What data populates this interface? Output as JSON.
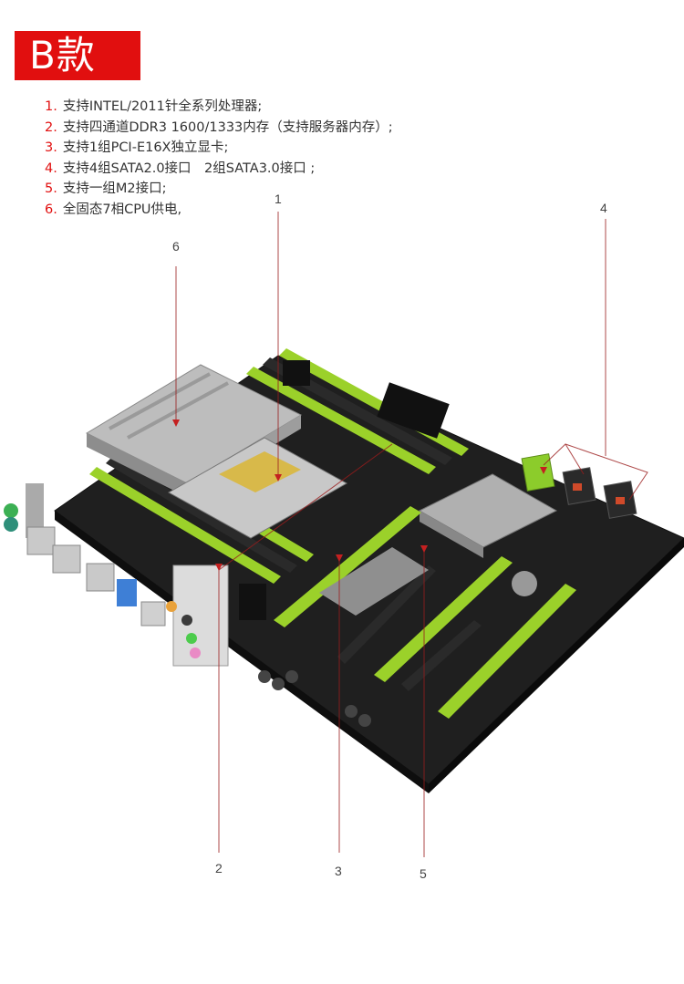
{
  "badge": "B款",
  "features": [
    {
      "num": "1.",
      "text": "支持INTEL/2011针全系列处理器;"
    },
    {
      "num": "2.",
      "text": "支持四通道DDR3 1600/1333内存（支持服务器内存）;"
    },
    {
      "num": "3.",
      "text": "支持1组PCI-E16X独立显卡;"
    },
    {
      "num": "4.",
      "text": "支持4组SATA2.0接口　2组SATA3.0接口 ;"
    },
    {
      "num": "5.",
      "text": "支持一组M2接口;"
    },
    {
      "num": "6.",
      "text": "全固态7相CPU供电,"
    }
  ],
  "callouts": {
    "c1": "1",
    "c2": "2",
    "c3": "3",
    "c4": "4",
    "c5": "5",
    "c6": "6"
  },
  "colors": {
    "accent_red": "#e10f0f",
    "board_green": "#9bd12a",
    "pcb": "#1d1d1d"
  }
}
